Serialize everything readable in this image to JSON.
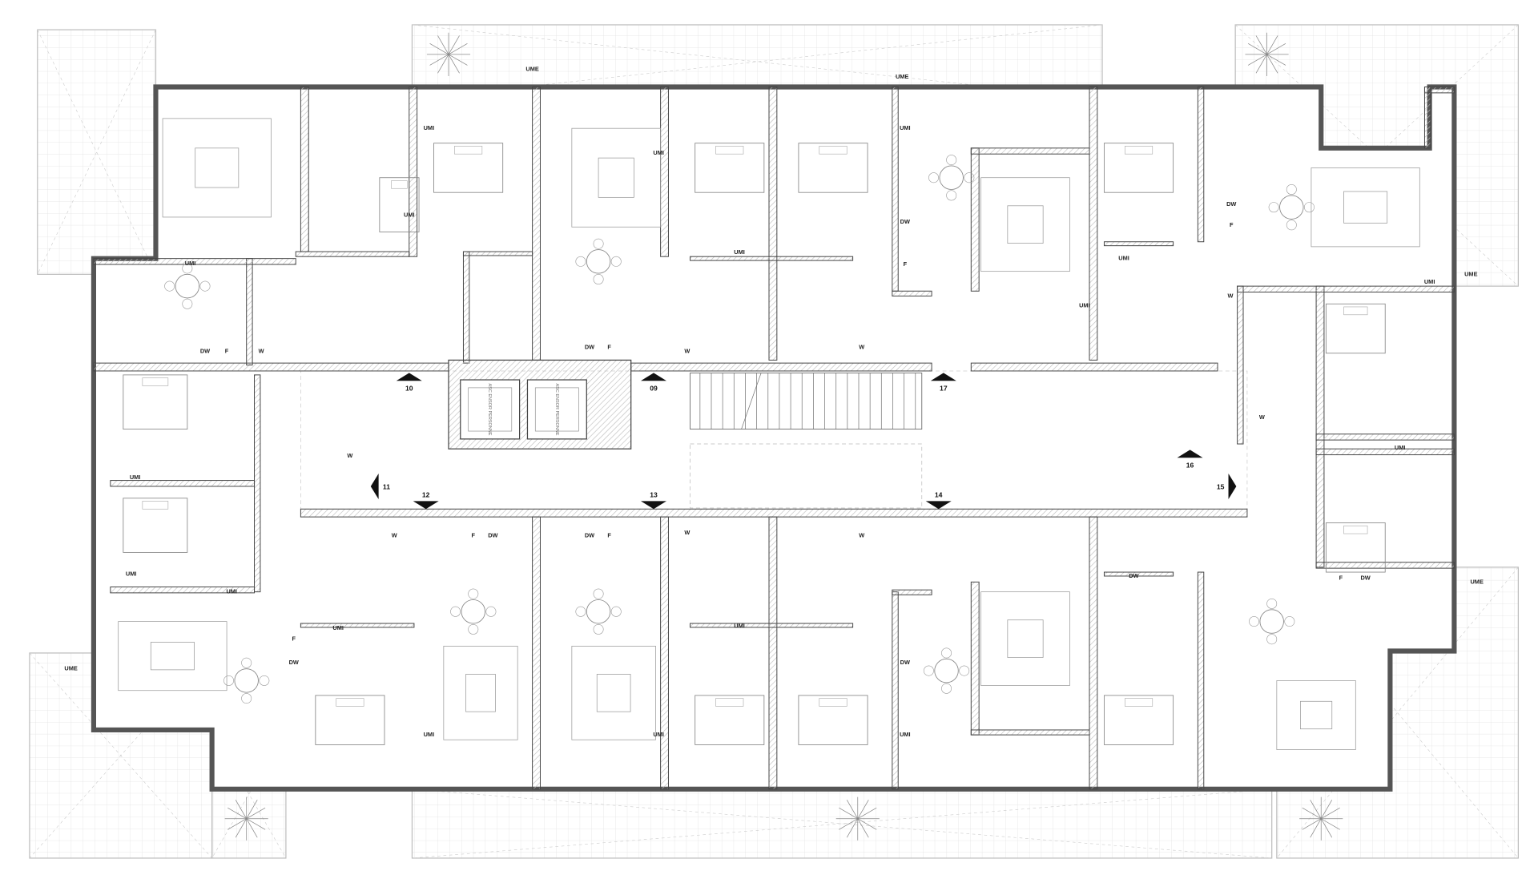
{
  "plan": {
    "units": [
      "10",
      "09",
      "17",
      "11",
      "12",
      "13",
      "14",
      "16",
      "15"
    ],
    "appliances": {
      "dishwasher": "DW",
      "fridge": "F",
      "washer": "W"
    },
    "utility": {
      "interior": "UMI",
      "exterior": "UME"
    },
    "elevator_text": "ASC ENSOR PERSONNE"
  },
  "colors": {
    "wall": "#555555",
    "wall_fill": "#d9d9d9",
    "terrace": "#bdbdbd",
    "furniture": "#888888"
  }
}
